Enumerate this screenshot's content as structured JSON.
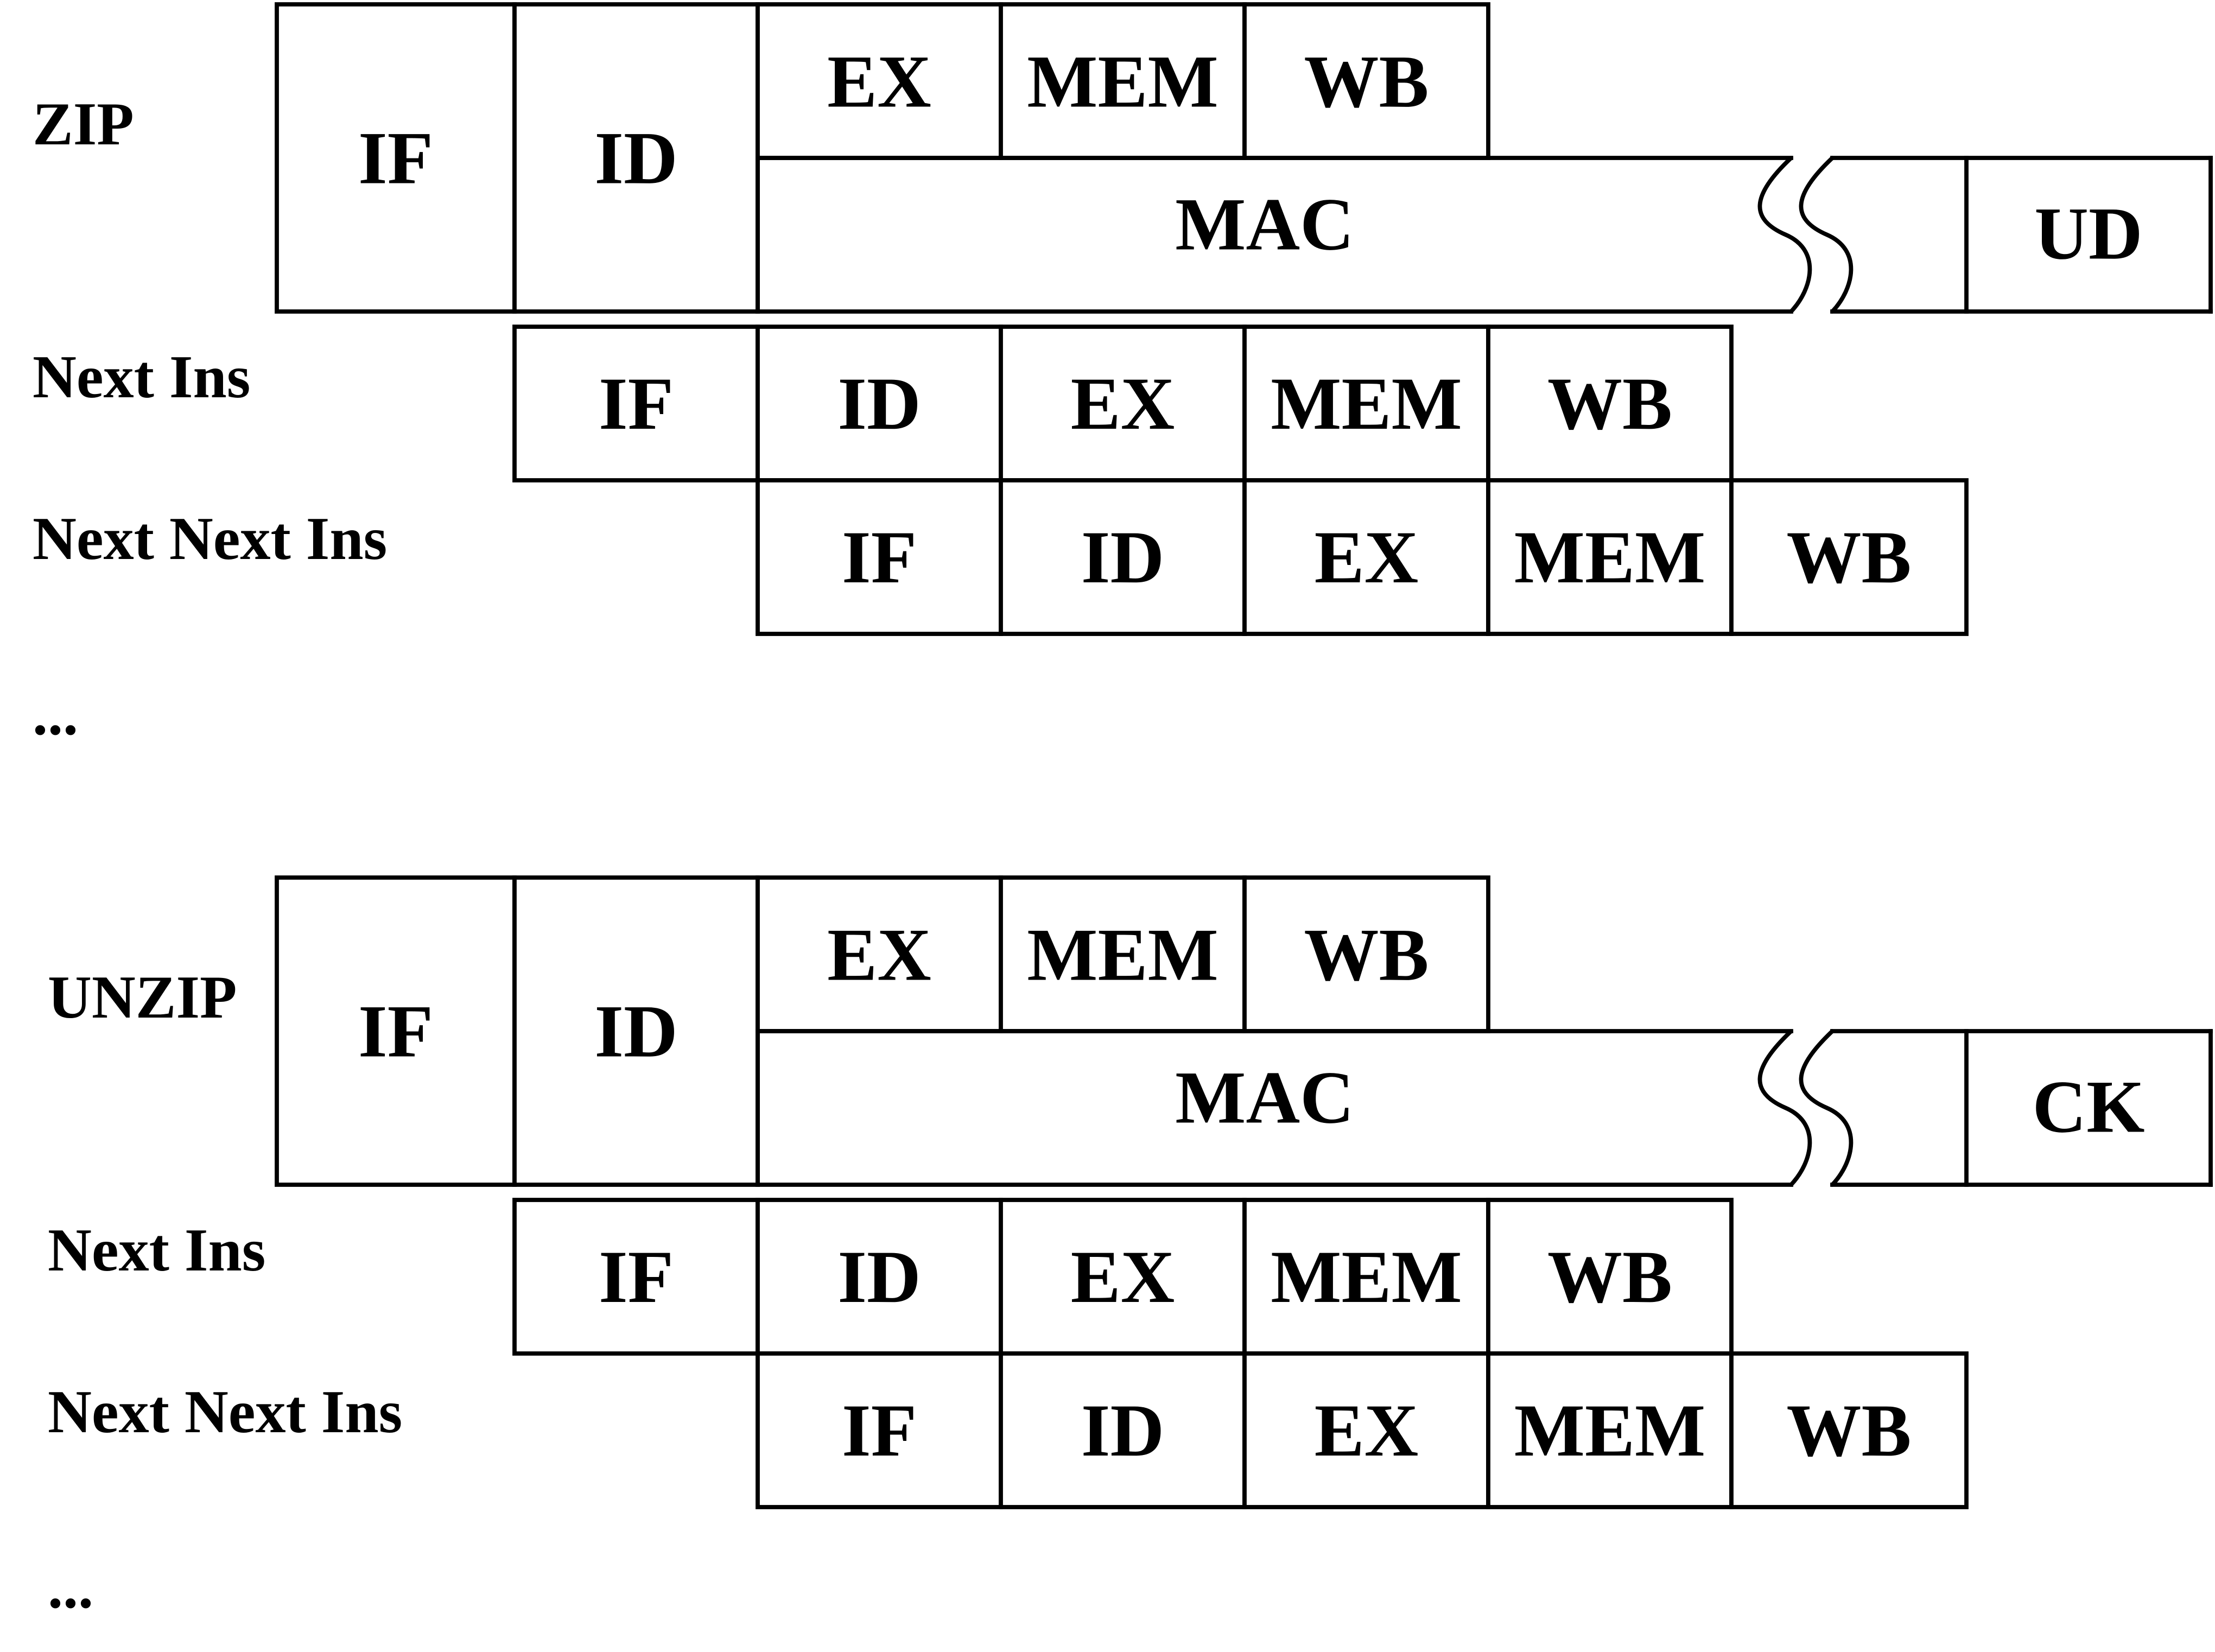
{
  "colors": {
    "stroke": "#000000",
    "background": "#ffffff"
  },
  "blocks": [
    {
      "id": "zip",
      "label": "ZIP",
      "main": {
        "if": "IF",
        "id": "ID",
        "ex": "EX",
        "mem": "MEM",
        "wb": "WB",
        "mac": "MAC",
        "tail": "UD"
      },
      "next_label": "Next Ins",
      "next_stages": [
        "IF",
        "ID",
        "EX",
        "MEM",
        "WB"
      ],
      "next_next_label": "Next Next Ins",
      "next_next_stages": [
        "IF",
        "ID",
        "EX",
        "MEM",
        "WB"
      ],
      "ellipsis": "..."
    },
    {
      "id": "unzip",
      "label": "UNZIP",
      "main": {
        "if": "IF",
        "id": "ID",
        "ex": "EX",
        "mem": "MEM",
        "wb": "WB",
        "mac": "MAC",
        "tail": "CK"
      },
      "next_label": "Next Ins",
      "next_stages": [
        "IF",
        "ID",
        "EX",
        "MEM",
        "WB"
      ],
      "next_next_label": "Next Next Ins",
      "next_next_stages": [
        "IF",
        "ID",
        "EX",
        "MEM",
        "WB"
      ],
      "ellipsis": "..."
    }
  ]
}
